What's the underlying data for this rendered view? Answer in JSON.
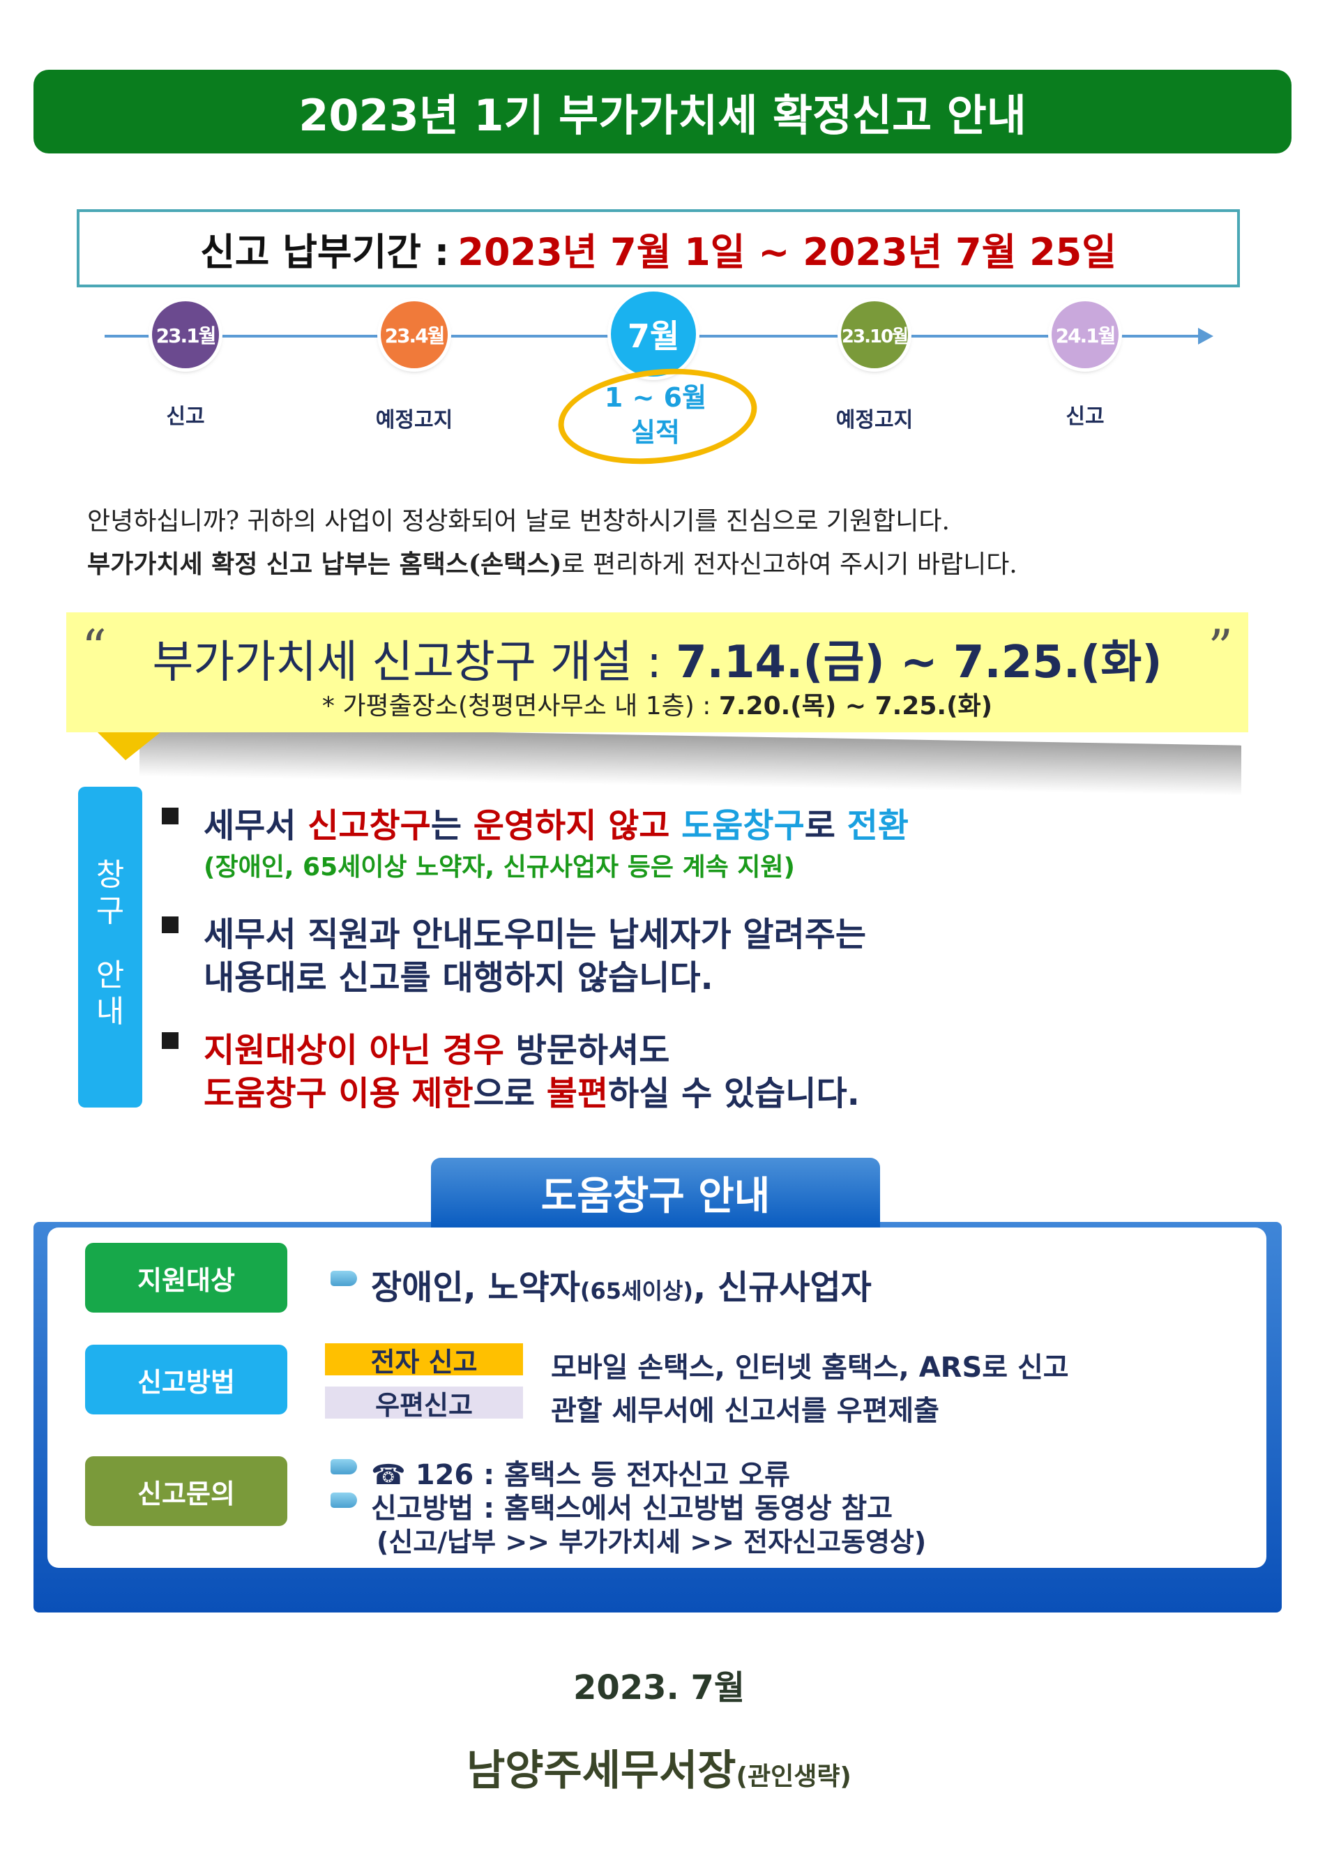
{
  "header": {
    "title": "2023년 1기 부가가치세 확정신고 안내"
  },
  "period": {
    "label": "신고 납부기간 :",
    "value": "2023년 7월 1일 ~ 2023년 7월 25일"
  },
  "timeline": {
    "nodes": [
      {
        "label": "23.1월",
        "caption": "신고",
        "color": "#6b4a8f"
      },
      {
        "label": "23.4월",
        "caption": "예정고지",
        "color": "#f07a3a"
      },
      {
        "label": "7월",
        "caption": "",
        "color": "#1ab2ef"
      },
      {
        "label": "23.10월",
        "caption": "예정고지",
        "color": "#7a9a3a"
      },
      {
        "label": "24.1월",
        "caption": "신고",
        "color": "#c9a8dc"
      }
    ],
    "highlight_line1": "1 ~ 6월",
    "highlight_line2": "실적"
  },
  "greeting": {
    "line1": "안녕하십니까? 귀하의 사업이 정상화되어 날로 번창하시기를 진심으로 기원합니다.",
    "line2_bold": "부가가치세 확정 신고 납부는 홈택스(손택스)",
    "line2_rest": "로 편리하게  전자신고하여 주시기 바랍니다."
  },
  "notice": {
    "open_quote": "“",
    "close_quote": "”",
    "main_label": "부가가치세 신고창구 개설 : ",
    "main_value": "7.14.(금) ~ 7.25.(화)",
    "sub_label": "* 가평출장소(청평면사무소 내 1층) : ",
    "sub_value": "7.20.(목) ~ 7.25.(화)"
  },
  "window_guide": {
    "side_label": [
      "창",
      "구",
      "",
      "안",
      "내"
    ],
    "items": [
      {
        "parts": [
          "세무서 ",
          "신고창구",
          "는 ",
          "운영하지 않고",
          " ",
          "도움창구",
          "로 ",
          "전환"
        ],
        "sub": "(장애인, 65세이상 노약자,  신규사업자 등은 계속 지원)"
      },
      {
        "line1": "세무서 직원과 안내도우미는 납세자가 알려주는",
        "line2": "내용대로 신고를 대행하지 않습니다."
      },
      {
        "line1_red": "지원대상이 아닌 경우",
        "line1_rest": " 방문하셔도",
        "line2_parts": [
          "도움창구 이용 제한",
          "으로 ",
          "불편",
          "하실 수 있습니다."
        ]
      }
    ]
  },
  "help_window": {
    "title": "도움창구 안내",
    "rows": [
      {
        "label": "지원대상",
        "color": "#17a84a",
        "text_a": "장애인, 노약자",
        "text_small": "(65세이상)",
        "text_b": ", 신규사업자"
      },
      {
        "label": "신고방법",
        "color": "#1fb0ef",
        "methods": [
          {
            "tag": "전자 신고",
            "tag_color": "#ffc000",
            "desc": "모바일 손택스, 인터넷 홈택스, ARS로 신고"
          },
          {
            "tag": "우편신고",
            "tag_color": "#e4dff0",
            "desc": "관할 세무서에 신고서를 우편제출"
          }
        ]
      },
      {
        "label": "신고문의",
        "color": "#7a9a3a",
        "lines": [
          "☎ 126 : 홈택스 등 전자신고 오류",
          "신고방법 : 홈택스에서 신고방법 동영상 참고",
          "(신고/납부  >> 부가가치세 >> 전자신고동영상)"
        ]
      }
    ]
  },
  "footer": {
    "date": "2023. 7월",
    "signer": "남양주세무서장",
    "signer_note": "(관인생략)"
  }
}
